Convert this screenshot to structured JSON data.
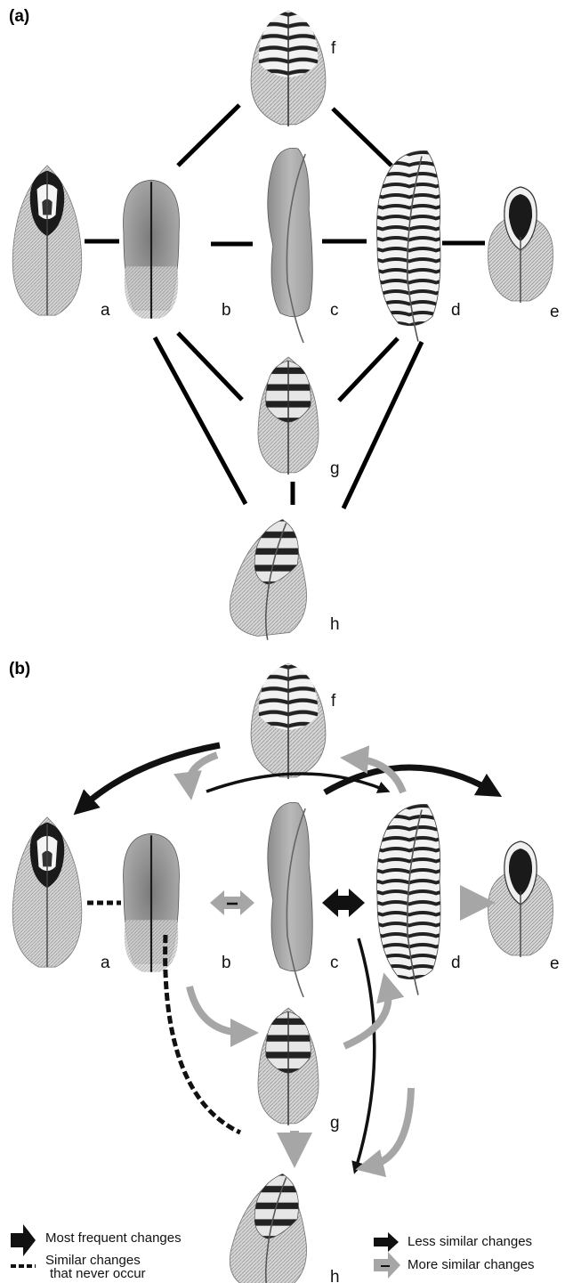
{
  "panels": {
    "a_label": "(a)",
    "b_label": "(b)"
  },
  "feathers": {
    "a": "a",
    "b": "b",
    "c": "c",
    "d": "d",
    "e": "e",
    "f": "f",
    "g": "g",
    "h": "h"
  },
  "legend": {
    "most_frequent": "Most frequent changes",
    "never_occur_line1": "Similar changes",
    "never_occur_line2": "that never occur",
    "less_similar": "Less similar changes",
    "more_similar": "More similar changes"
  },
  "colors": {
    "dark_arrow": "#111111",
    "light_arrow": "#a6a6a6",
    "line": "#000000"
  }
}
